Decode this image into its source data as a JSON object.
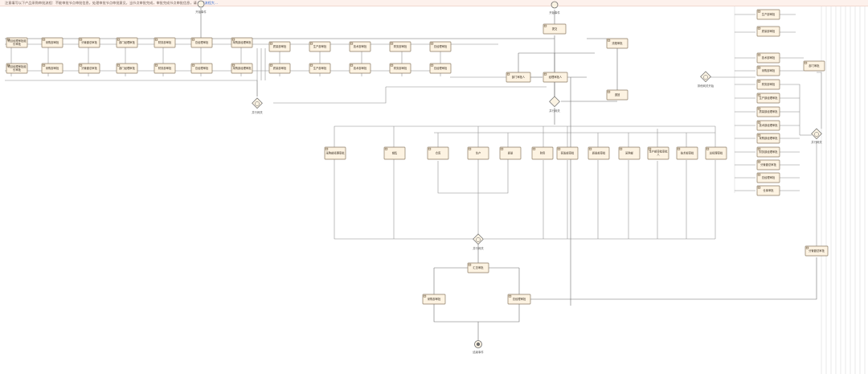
{
  "notice": {
    "text": "注意填写以下产品采购审批流程：不能审批节点审批信息，处理审批节点审批意见，当节点审批完成，审批完成节点审批信息，请",
    "link": "查看流程大..."
  },
  "events": {
    "start_left": "开始事件",
    "start_right": "开始事件",
    "end": "结束事件",
    "gateway_left": "并行网关",
    "gateway_center": "并行网关",
    "gateway_bottom": "并行网关",
    "gateway_right": "并行网关",
    "gateway_far_right": "排他网关开始"
  },
  "tasks": {
    "top_row": [
      "项目经理审批组长审批",
      "采购部审批",
      "分管副总审批",
      "部门经理审批",
      "财务部审批",
      "总经理审批",
      "采购部经理审批",
      "质量部审批",
      "生产部审批",
      "技术部审批",
      "财务部审批",
      "总经理审批"
    ],
    "second_row": [
      "项目经理审批组长审批",
      "采购部审批",
      "分管副总审批",
      "部门经理审批",
      "财务部审批",
      "总经理审批",
      "采购部经理审批",
      "质量部审批",
      "生产部审批",
      "技术部审批",
      "财务部审批",
      "总经理审批"
    ],
    "center_top": "提交",
    "center_left": "部门审批人",
    "center_mid": "经理审批人",
    "side_review": "流程审批",
    "side_return": "退回",
    "mid_row": [
      "采购部经理审批",
      "销售",
      "仓库",
      "生产",
      "质量",
      "财务",
      "研发部审批",
      "质量部审批",
      "采购部",
      "生产部审批审批人",
      "技术部审批",
      "总经理审批"
    ],
    "merge_task": "汇总审批",
    "bottom_left": "采购部审批",
    "bottom_right": "总经理审批",
    "right_column": [
      "生产部审批",
      "质量部审批",
      "技术部审批",
      "采购部审批",
      "财务部审批",
      "生产部经理审批",
      "质量部经理审批",
      "技术部经理审批",
      "采购部经理审批",
      "财务部经理审批",
      "分管副总审批",
      "总经理审批",
      "仓库审批"
    ],
    "right_side": "部门审批",
    "right_bottom": "分管副总审批"
  }
}
